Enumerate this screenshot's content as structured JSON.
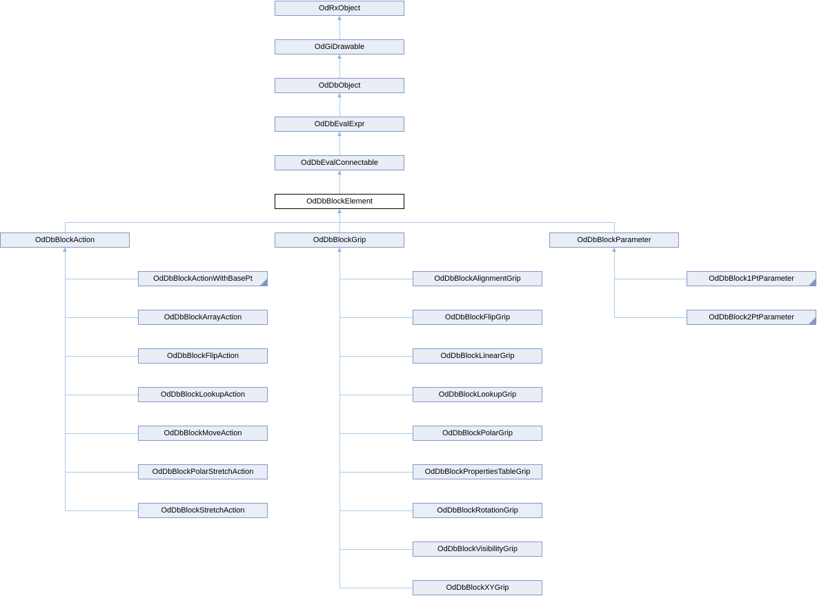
{
  "diagram": {
    "type": "class-inheritance-diagram",
    "chain": [
      {
        "label": "OdRxObject"
      },
      {
        "label": "OdGiDrawable"
      },
      {
        "label": "OdDbObject"
      },
      {
        "label": "OdDbEvalExpr"
      },
      {
        "label": "OdDbEvalConnectable"
      },
      {
        "label": "OdDbBlockElement",
        "current": true
      }
    ],
    "branches": [
      {
        "parent": {
          "label": "OdDbBlockAction"
        },
        "children": [
          {
            "label": "OdDbBlockActionWithBasePt",
            "has_hidden_subclasses": true
          },
          {
            "label": "OdDbBlockArrayAction"
          },
          {
            "label": "OdDbBlockFlipAction"
          },
          {
            "label": "OdDbBlockLookupAction"
          },
          {
            "label": "OdDbBlockMoveAction"
          },
          {
            "label": "OdDbBlockPolarStretchAction"
          },
          {
            "label": "OdDbBlockStretchAction"
          }
        ]
      },
      {
        "parent": {
          "label": "OdDbBlockGrip"
        },
        "children": [
          {
            "label": "OdDbBlockAlignmentGrip"
          },
          {
            "label": "OdDbBlockFlipGrip"
          },
          {
            "label": "OdDbBlockLinearGrip"
          },
          {
            "label": "OdDbBlockLookupGrip"
          },
          {
            "label": "OdDbBlockPolarGrip"
          },
          {
            "label": "OdDbBlockPropertiesTableGrip"
          },
          {
            "label": "OdDbBlockRotationGrip"
          },
          {
            "label": "OdDbBlockVisibilityGrip"
          },
          {
            "label": "OdDbBlockXYGrip"
          }
        ]
      },
      {
        "parent": {
          "label": "OdDbBlockParameter"
        },
        "children": [
          {
            "label": "OdDbBlock1PtParameter",
            "has_hidden_subclasses": true
          },
          {
            "label": "OdDbBlock2PtParameter",
            "has_hidden_subclasses": true
          }
        ]
      }
    ],
    "colors": {
      "node_fill": "#E8EDF6",
      "node_border": "#8596C2",
      "current_node_fill": "#FFFFFF",
      "current_node_border": "#000000",
      "edge_line": "#A9CBE8",
      "arrowhead": "#90B6D9",
      "text_color": "#000000"
    }
  }
}
